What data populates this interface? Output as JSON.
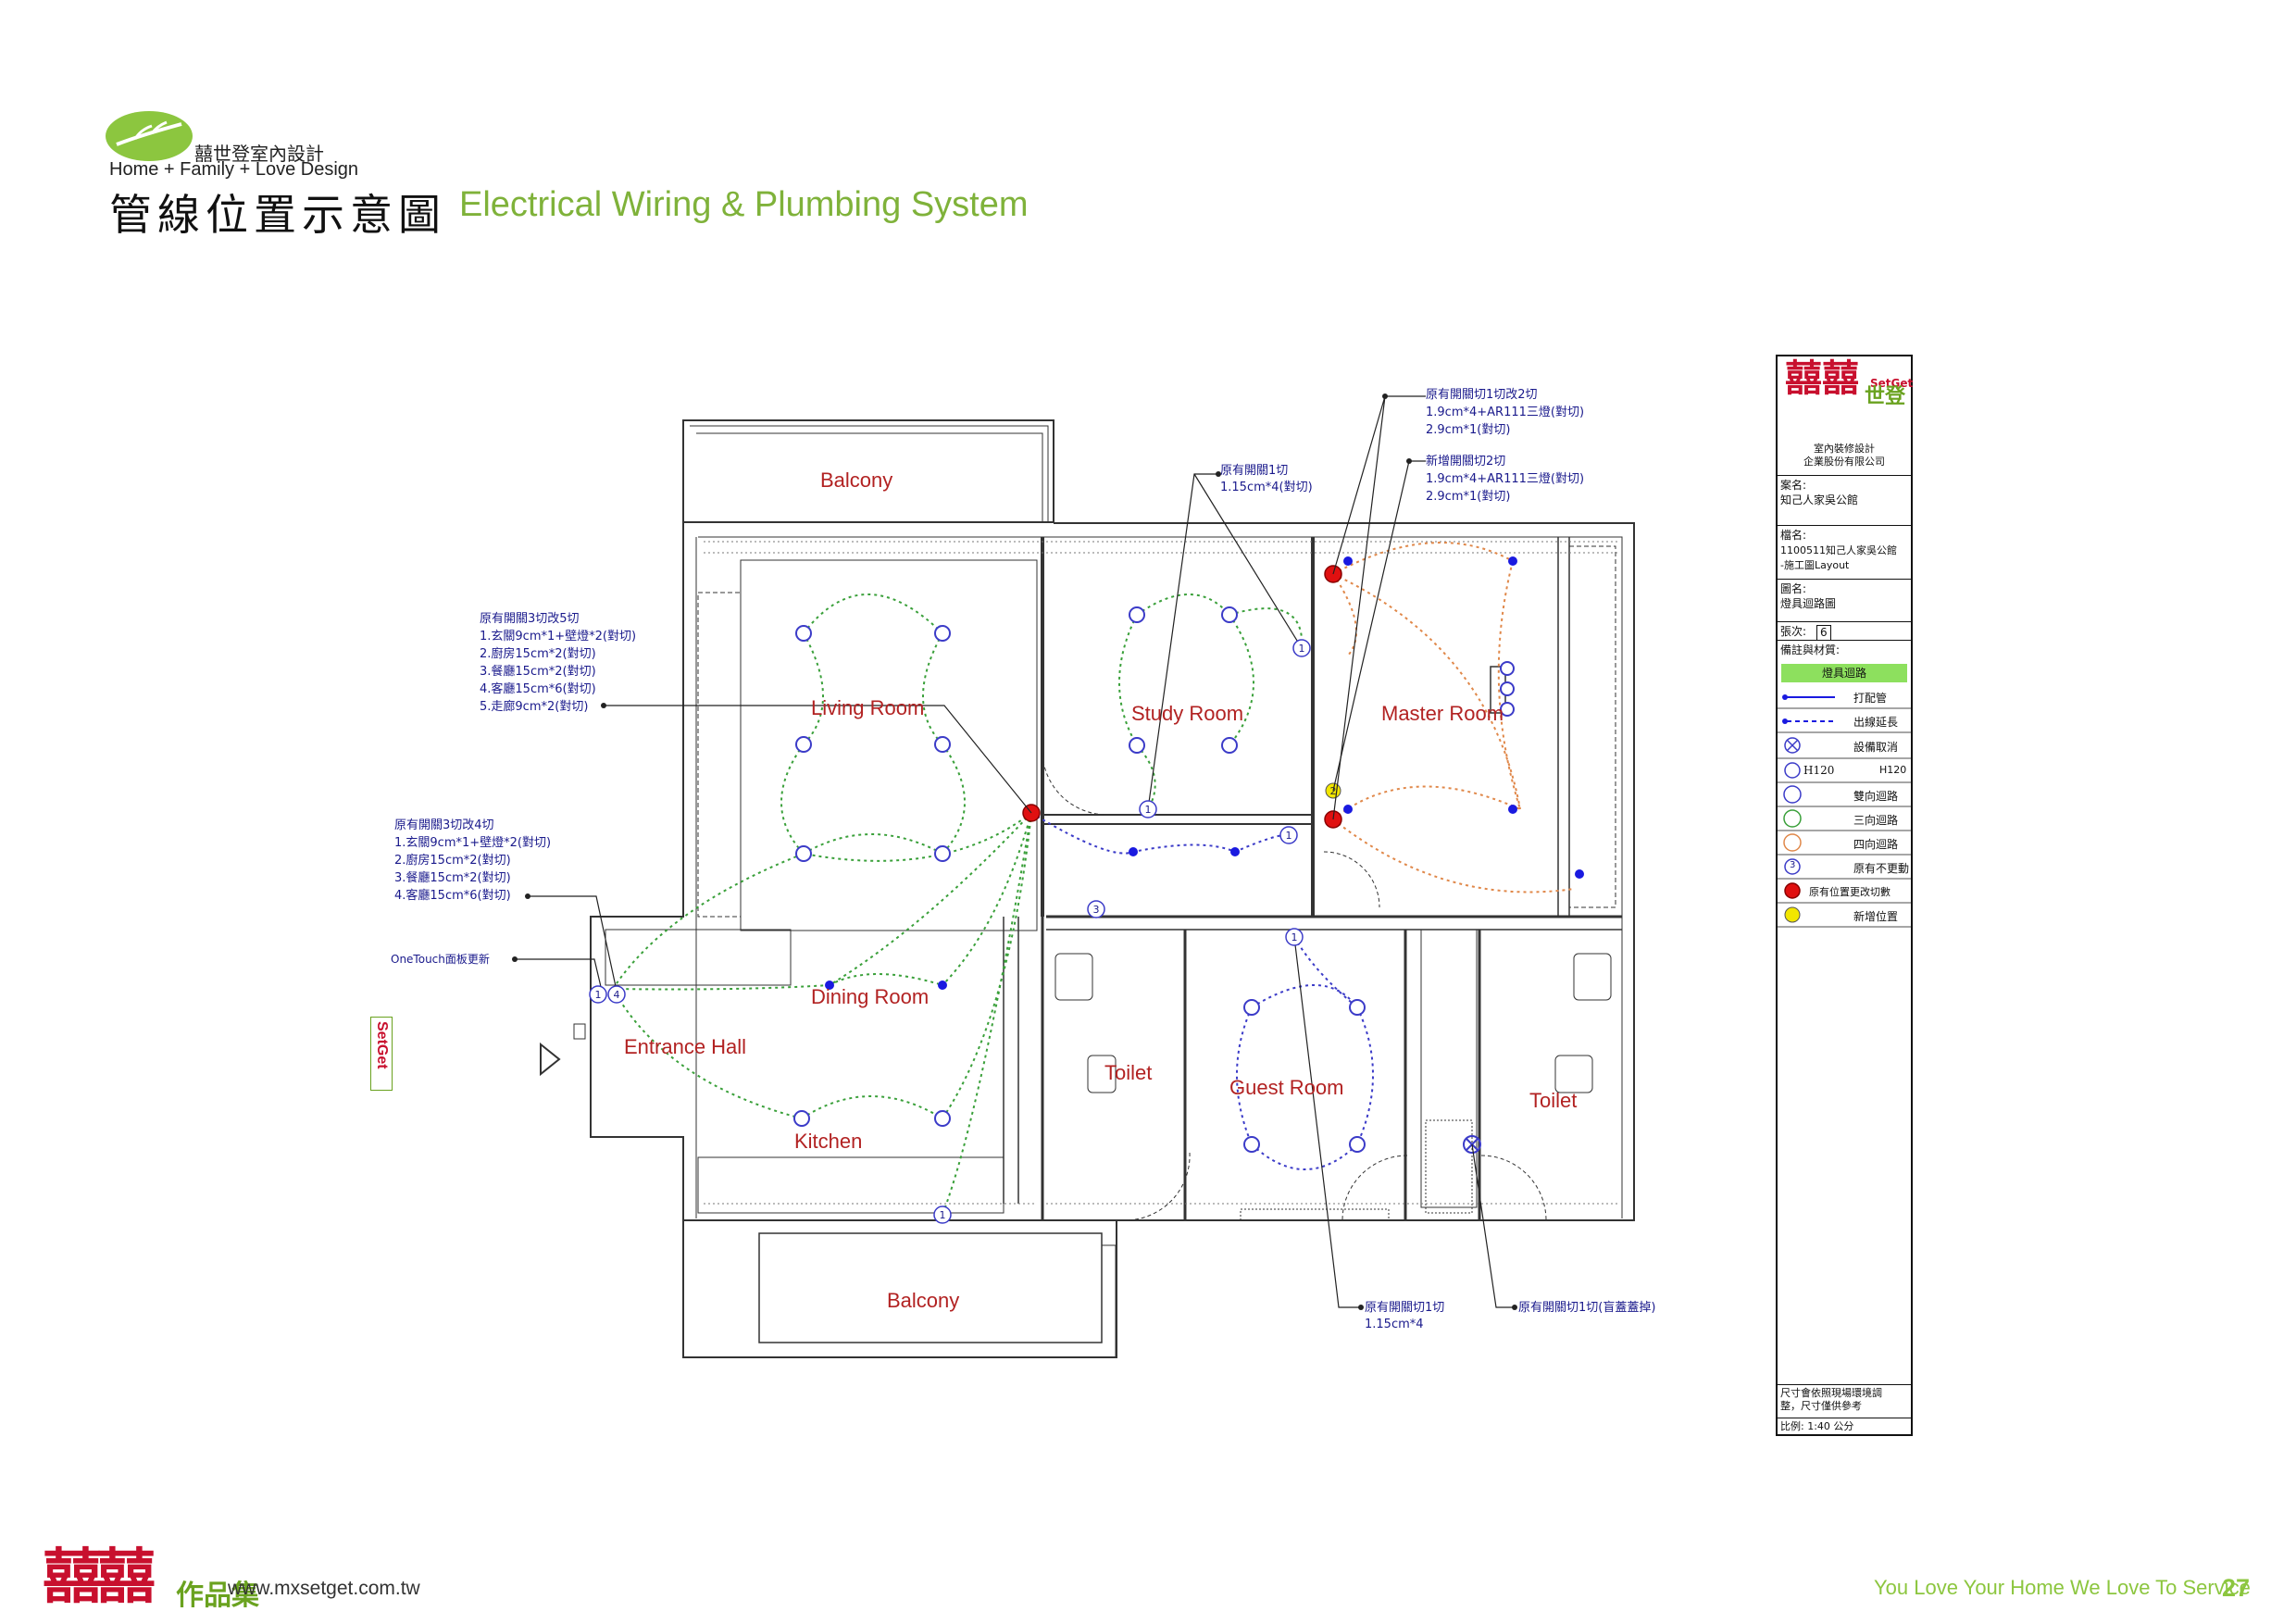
{
  "header": {
    "brand_cn": "囍世登室內設計",
    "brand_en": "Home + Family + Love Design",
    "title_cn": "管線位置示意圖",
    "title_en": "Electrical Wiring & Plumbing System"
  },
  "rooms": {
    "balcony_top": "Balcony",
    "living": "Living Room",
    "study": "Study Room",
    "master": "Master Room",
    "dining": "Dining Room",
    "entrance": "Entrance Hall",
    "kitchen": "Kitchen",
    "toilet_left": "Toilet",
    "guest": "Guest Room",
    "toilet_right": "Toilet",
    "balcony_bottom": "Balcony"
  },
  "annotations": {
    "a1": [
      "原有開關3切改5切",
      "1.玄關9cm*1+壁燈*2(對切)",
      "2.廚房15cm*2(對切)",
      "3.餐廳15cm*2(對切)",
      "4.客廳15cm*6(對切)",
      "5.走廊9cm*2(對切)"
    ],
    "a2": [
      "原有開關3切改4切",
      "1.玄關9cm*1+壁燈*2(對切)",
      "2.廚房15cm*2(對切)",
      "3.餐廳15cm*2(對切)",
      "4.客廳15cm*6(對切)"
    ],
    "a3": [
      "OneTouch面板更新"
    ],
    "a4": [
      "原有開關1切",
      "1.15cm*4(對切)"
    ],
    "a5": [
      "原有開關切1切改2切",
      "1.9cm*4+AR111三燈(對切)",
      "2.9cm*1(對切)"
    ],
    "a6": [
      "新增開關切2切",
      "1.9cm*4+AR111三燈(對切)",
      "2.9cm*1(對切)"
    ],
    "a7": [
      "原有開關切1切",
      "1.15cm*4"
    ],
    "a8": [
      "原有開關切1切(盲蓋蓋掉)"
    ]
  },
  "switch_marks": {
    "m1": "1",
    "m2": "1",
    "m3": "3",
    "m4": "1",
    "m5": "1",
    "m6": "1",
    "m7": "1",
    "m8": "4",
    "m9": "2"
  },
  "side_logo": "SetGet",
  "titleblock": {
    "logo_cn": "囍囍",
    "logo_en": "SetGet",
    "logo_shi": "世登",
    "company1": "室內裝修設計",
    "company2": "企業股份有限公司",
    "case_label": "案名:",
    "case_value": "知己人家吳公館",
    "file_label": "檔名:",
    "file_value1": "1100511知己人家吳公館",
    "file_value2": "-施工圖Layout",
    "drawing_label": "圖名:",
    "drawing_value": "燈具迴路圖",
    "page_label": "張次:",
    "page_value": "6",
    "notes_label": "備註與材質:",
    "legend_title": "燈具迴路",
    "legend": [
      "打配管",
      "出線延長",
      "設備取消",
      "H120",
      "雙向迴路",
      "三向迴路",
      "四向迴路",
      "原有不更動",
      "原有位置更改切數",
      "新增位置"
    ],
    "legend_h120_left": "H120",
    "legend_num": "3",
    "note1": "尺寸會依照現場環境調",
    "note2": "整，尺寸僅供參考",
    "scale": "比例: 1:40 公分"
  },
  "footer": {
    "logo": "囍囍",
    "zuopinji": "作品集",
    "url": "www.mxsetget.com.tw",
    "slogan": "You Love Your Home We Love To Service",
    "page": "27"
  },
  "colors": {
    "accent_green": "#7fb23a",
    "logo_red": "#c8102e",
    "annotation_blue": "#1a1a8c",
    "room_label_red": "#b22222",
    "circuit_green": "#3aa03a",
    "circuit_blue": "#3b3bc8",
    "circuit_orange": "#e0884a"
  }
}
